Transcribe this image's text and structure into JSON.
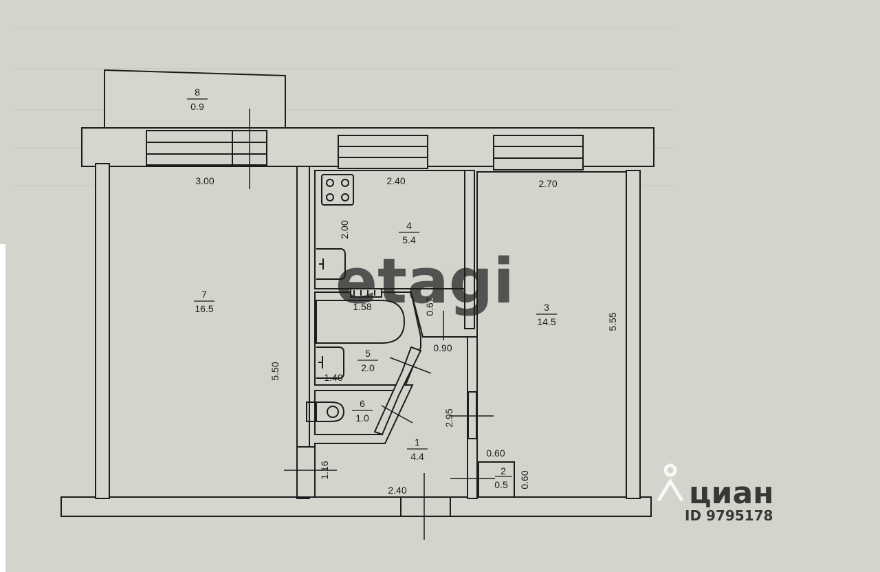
{
  "rooms": [
    {
      "id": "room-8",
      "number": "8",
      "area": "0.9"
    },
    {
      "id": "room-7",
      "number": "7",
      "area": "16.5"
    },
    {
      "id": "room-4",
      "number": "4",
      "area": "5.4"
    },
    {
      "id": "room-3",
      "number": "3",
      "area": "14.5"
    },
    {
      "id": "room-5",
      "number": "5",
      "area": "2.0"
    },
    {
      "id": "room-6",
      "number": "6",
      "area": "1.0"
    },
    {
      "id": "room-1",
      "number": "1",
      "area": "4.4"
    },
    {
      "id": "room-2",
      "number": "2",
      "area": "0.5"
    }
  ],
  "dimensions": [
    {
      "id": "dim-room7-width",
      "value": "3.00"
    },
    {
      "id": "dim-kitchen-width",
      "value": "2.40"
    },
    {
      "id": "dim-room3-width",
      "value": "2.70"
    },
    {
      "id": "dim-kitchen-depth",
      "value": "2.00"
    },
    {
      "id": "dim-bath-width",
      "value": "1.58"
    },
    {
      "id": "dim-corridor-depth",
      "value": "0.67"
    },
    {
      "id": "dim-corridor-width",
      "value": "0.90"
    },
    {
      "id": "dim-room7-length",
      "value": "5.50"
    },
    {
      "id": "dim-room3-length",
      "value": "5.55"
    },
    {
      "id": "dim-bath-lower",
      "value": "1.40"
    },
    {
      "id": "dim-hall-length",
      "value": "2.95"
    },
    {
      "id": "dim-entry-depth",
      "value": "1.16"
    },
    {
      "id": "dim-closet-width",
      "value": "0.60"
    },
    {
      "id": "dim-hall-width",
      "value": "2.40"
    },
    {
      "id": "dim-closet-depth",
      "value": "0.60"
    }
  ],
  "watermarks": {
    "etagi": "etagi",
    "cian": "циан",
    "cian_id": "ID 9795178"
  },
  "colors": {
    "paper": "#d4d3cc",
    "wall_fill": "#d6d5ce",
    "line": "#1c1c1c"
  }
}
